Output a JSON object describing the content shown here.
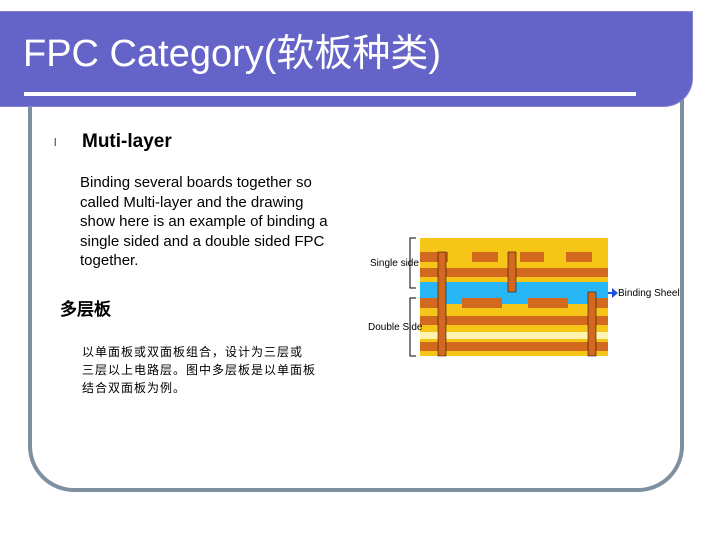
{
  "title": "FPC Category(软板种类)",
  "section": {
    "bullet": "l",
    "heading": "Muti-layer",
    "body": "Binding several boards together so\ncalled Multi-layer and the drawing\nshow here is an example of binding a\nsingle sided and a double sided FPC\ntogether."
  },
  "cn": {
    "heading": "多层板",
    "body": "以单面板或双面板组合，设计为三层或\n三层以上电路层。图中多层板是以单面板\n结合双面板为例。"
  },
  "diagram": {
    "label_single": "Single side",
    "label_double": "Double Side",
    "label_binding": "Binding Sheel",
    "colors": {
      "outer": "#f5c518",
      "copper": "#d2691e",
      "binding": "#29b6f6",
      "arrow": "#1e4fd8"
    }
  },
  "colors": {
    "header": "#6464c8",
    "frame": "#7e8fa0"
  }
}
